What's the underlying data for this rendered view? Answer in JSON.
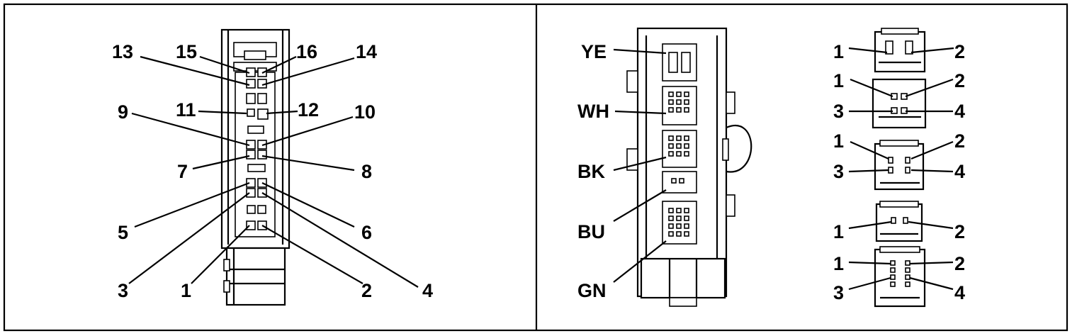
{
  "left_panel": {
    "pin_labels": [
      "1",
      "2",
      "3",
      "4",
      "5",
      "6",
      "7",
      "8",
      "9",
      "10",
      "11",
      "12",
      "13",
      "14",
      "15",
      "16"
    ]
  },
  "right_panel": {
    "color_labels": [
      "YE",
      "WH",
      "BK",
      "BU",
      "GN"
    ],
    "insert_details": [
      {
        "pins": [
          "1",
          "2"
        ]
      },
      {
        "pins": [
          "1",
          "2",
          "3",
          "4"
        ]
      },
      {
        "pins": [
          "1",
          "2",
          "3",
          "4"
        ]
      },
      {
        "pins": [
          "1",
          "2"
        ]
      },
      {
        "pins": [
          "1",
          "2",
          "3",
          "4"
        ]
      }
    ]
  }
}
